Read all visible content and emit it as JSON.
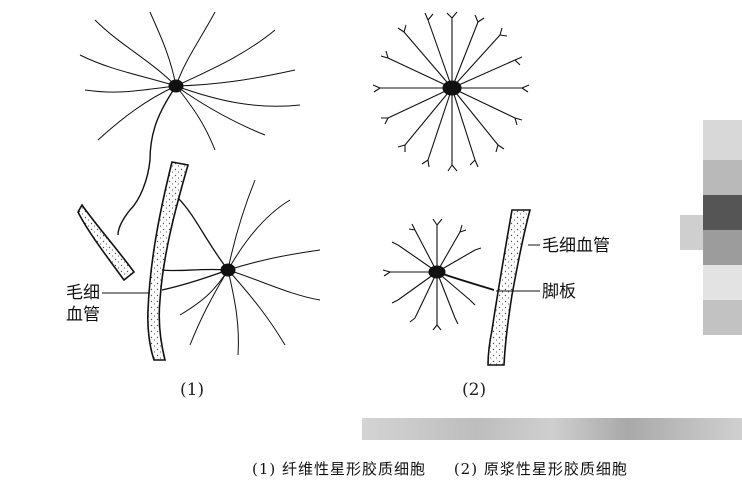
{
  "panel1": {
    "number": "(1)",
    "capillary_label_line1": "毛细",
    "capillary_label_line2": "血管"
  },
  "panel2": {
    "number": "(2)",
    "capillary_label": "毛细血管",
    "endfoot_label": "脚板"
  },
  "caption": {
    "part1": "(1) 纤维性星形胶质细胞",
    "part2": "(2) 原浆性星形胶质细胞"
  },
  "colors": {
    "ink": "#111111",
    "vessel_dots": "#555555",
    "blur_gray": "#c9c9c9"
  }
}
